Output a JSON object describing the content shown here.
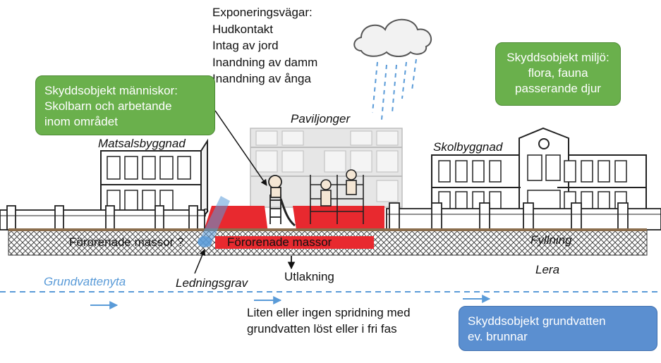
{
  "colors": {
    "green_box": "#6ab04c",
    "green_box_dark": "#4d8a34",
    "blue_box": "#5b8fd0",
    "contamination": "#e8292f",
    "groundwater": "#5a9bd8",
    "fill_layer": "#8b6e4e"
  },
  "exposure": {
    "title": "Exponeringsvägar:",
    "items": [
      "Hudkontakt",
      "Intag av jord",
      "Inandning av damm",
      "Inandning av ånga"
    ]
  },
  "protect_people": {
    "lines": [
      "Skyddsobjekt människor:",
      "Skolbarn och arbetande",
      "inom området"
    ]
  },
  "protect_env": {
    "lines": [
      "Skyddsobjekt miljö:",
      "flora, fauna",
      "passerande djur"
    ]
  },
  "protect_gw": {
    "lines": [
      "Skyddsobjekt grundvatten",
      "ev. brunnar"
    ]
  },
  "buildings": {
    "pavilions": "Paviljonger",
    "dining": "Matsalsbyggnad",
    "school": "Skolbyggnad"
  },
  "ground": {
    "contaminated_uncertain": "Förorenade massor ?",
    "contaminated": "Förorenade massor",
    "fill": "Fyllning",
    "clay": "Lera",
    "trench": "Ledningsgrav",
    "leaching": "Utlakning",
    "question": "?"
  },
  "groundwater": {
    "level_label": "Grundvattenyta",
    "spread_lines": [
      "Liten eller ingen spridning med",
      "grundvatten löst eller i fri fas"
    ]
  },
  "icons": [
    "cloud-rain-icon",
    "child-on-slide-icon",
    "children-climbing-icon"
  ]
}
